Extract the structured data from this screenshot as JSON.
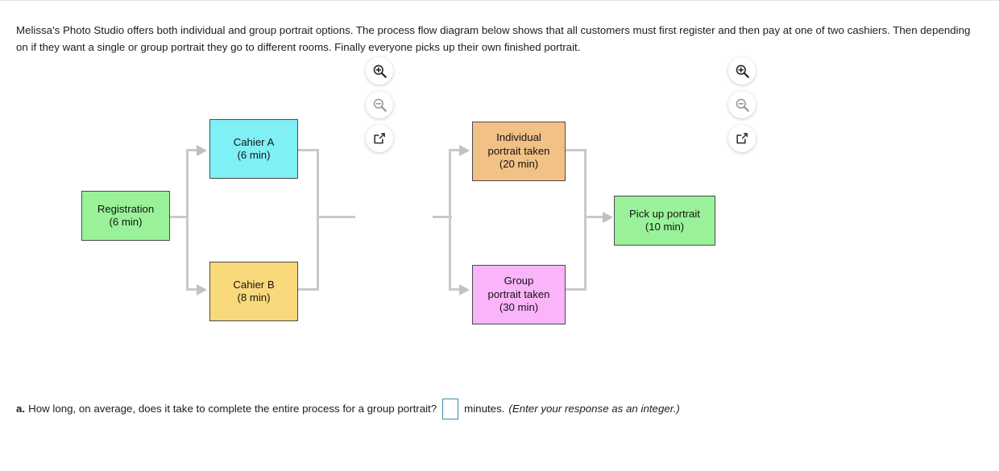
{
  "prompt": {
    "text": "Melissa's Photo Studio offers both individual and group portrait options. The process flow diagram below shows that all customers must first register and then pay at one of two cashiers. Then depending on if they want a single or group portrait they go to different rooms. Finally everyone picks up their own finished portrait."
  },
  "diagram": {
    "nodes": [
      {
        "id": "registration",
        "line1": "Registration",
        "line2": "(6 min)",
        "color": "#99f299"
      },
      {
        "id": "cashier-a",
        "line1": "Cahier A",
        "line2": "(6 min)",
        "color": "#7ff0f5"
      },
      {
        "id": "cashier-b",
        "line1": "Cahier B",
        "line2": "(8 min)",
        "color": "#f9d97c"
      },
      {
        "id": "individual-portrait",
        "line1": "Individual",
        "line2": "portrait taken",
        "line3": "(20 min)",
        "color": "#f2c185"
      },
      {
        "id": "group-portrait",
        "line1": "Group",
        "line2": "portrait taken",
        "line3": "(30 min)",
        "color": "#fab4fa"
      },
      {
        "id": "pickup",
        "line1": "Pick up portrait",
        "line2": "(10 min)",
        "color": "#99f299"
      }
    ],
    "connector_color": "#c9c9c9"
  },
  "icons": {
    "left": [
      {
        "name": "zoom-in-icon",
        "state": "enabled"
      },
      {
        "name": "zoom-out-icon",
        "state": "disabled"
      },
      {
        "name": "popout-icon",
        "state": "enabled"
      }
    ],
    "right": [
      {
        "name": "zoom-in-icon",
        "state": "enabled"
      },
      {
        "name": "zoom-out-icon",
        "state": "disabled"
      },
      {
        "name": "popout-icon",
        "state": "enabled"
      }
    ]
  },
  "question": {
    "label": "a.",
    "text": "How long, on average, does it take to complete the entire process for a group portrait?",
    "input_value": "",
    "input_placeholder": "",
    "unit": "minutes.",
    "hint": "(Enter your response as an integer.)",
    "input_border_color": "#3d8ca3"
  }
}
